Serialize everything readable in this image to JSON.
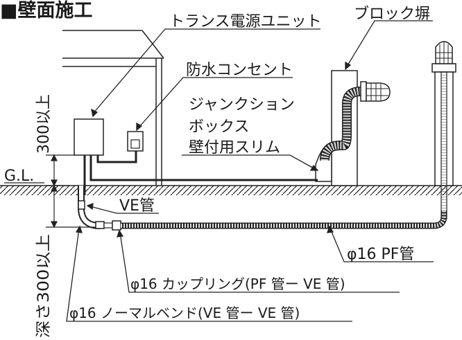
{
  "title": "■壁面施工",
  "labels": {
    "transformer_unit": "トランス電源ユニット",
    "block_wall": "ブロック塀",
    "waterproof_outlet": "防水コンセント",
    "junction_box_line1": "ジャンクション",
    "junction_box_line2": "ボックス",
    "junction_box_line3": "壁付用スリム",
    "gl": "G.L.",
    "ve_pipe": "VE管",
    "pf_pipe": "φ16 PF管",
    "coupling": "φ16 カップリング(PF 管ー VE 管)",
    "normal_bend": "φ16 ノーマルベンド(VE 管ー VE 管)",
    "height_above": "300以上",
    "depth_below": "深さ300以上"
  }
}
